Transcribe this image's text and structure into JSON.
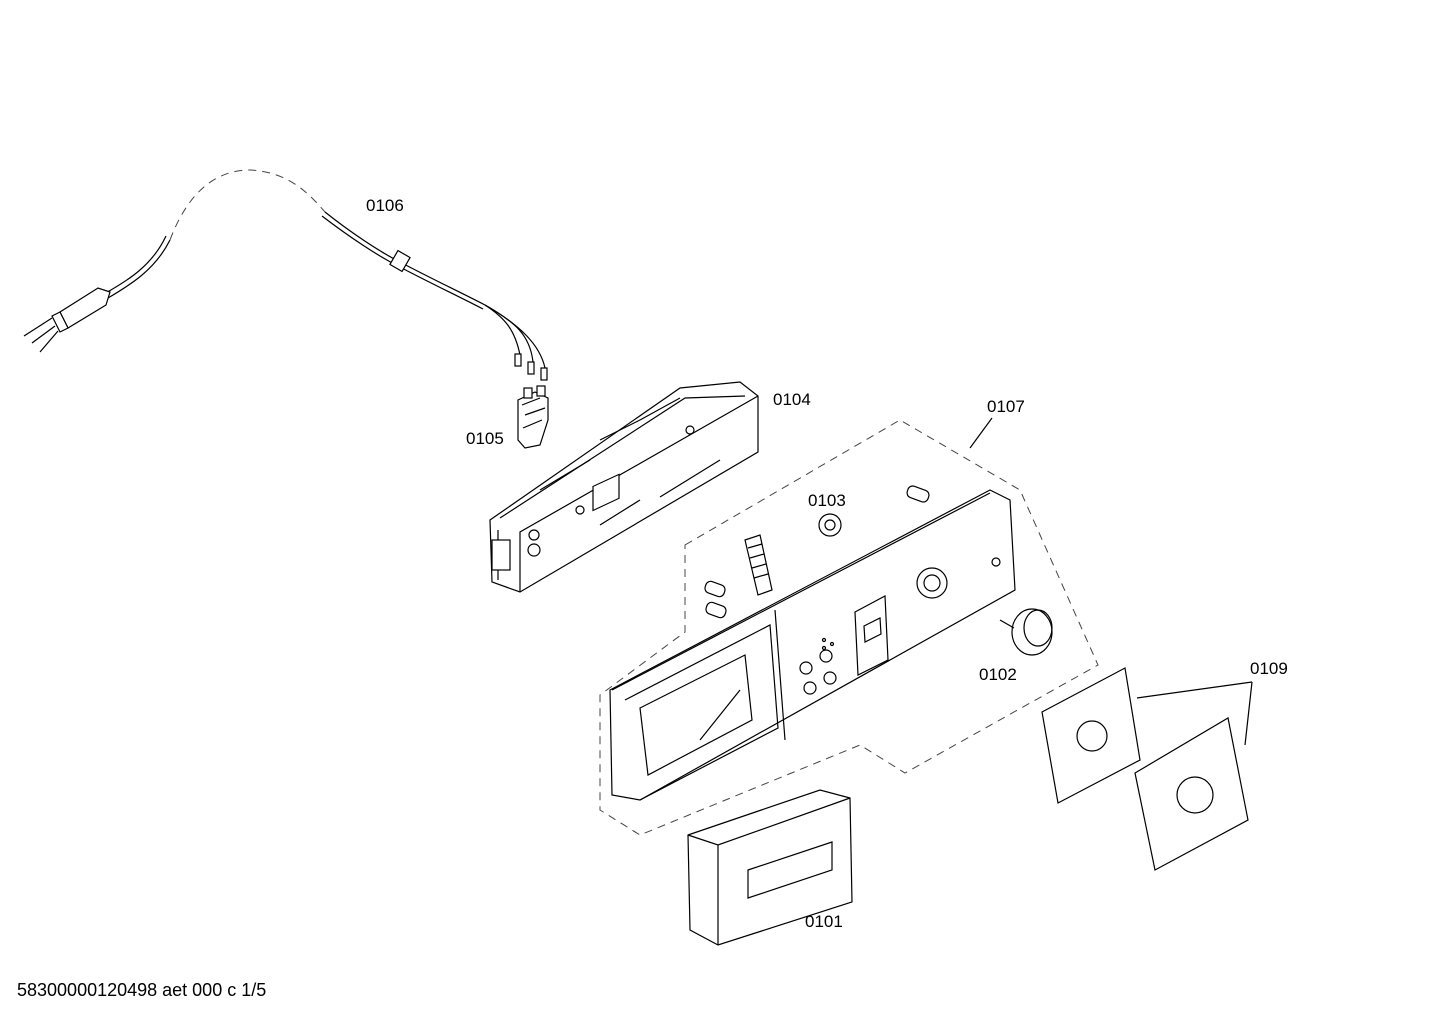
{
  "labels": {
    "p0106": "0106",
    "p0105": "0105",
    "p0104": "0104",
    "p0107": "0107",
    "p0103": "0103",
    "p0102": "0102",
    "p0109": "0109",
    "p0101": "0101"
  },
  "footer": {
    "code": "58300000120498 aet 000 c 1/5"
  }
}
